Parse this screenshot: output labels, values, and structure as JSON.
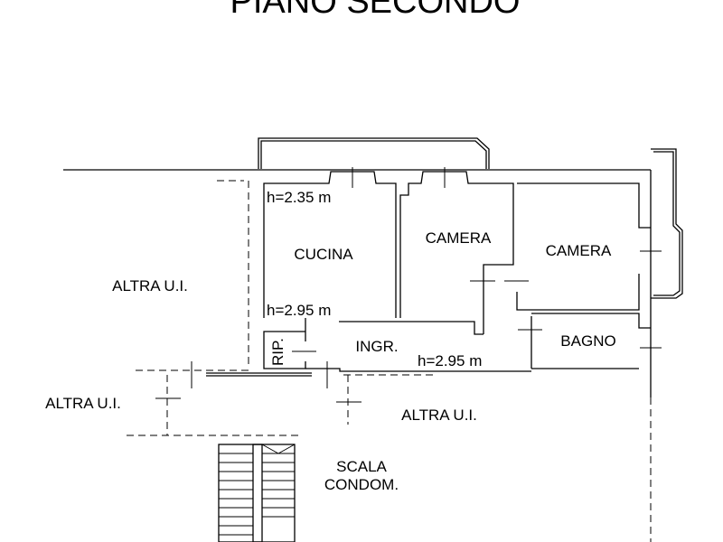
{
  "title": "PIANO SECONDO",
  "rooms": {
    "cucina": "CUCINA",
    "camera1": "CAMERA",
    "camera2": "CAMERA",
    "bagno": "BAGNO",
    "ingresso": "INGR.",
    "ripostiglio": "RIP."
  },
  "heights": {
    "cucina_top": "h=2.35 m",
    "cucina_bottom": "h=2.95 m",
    "ingresso": "h=2.95 m"
  },
  "neighbors": {
    "left": "ALTRA U.I.",
    "bottom_left": "ALTRA U.I.",
    "bottom_right": "ALTRA U.I."
  },
  "stairs": {
    "line1": "SCALA",
    "line2": "CONDOM."
  }
}
